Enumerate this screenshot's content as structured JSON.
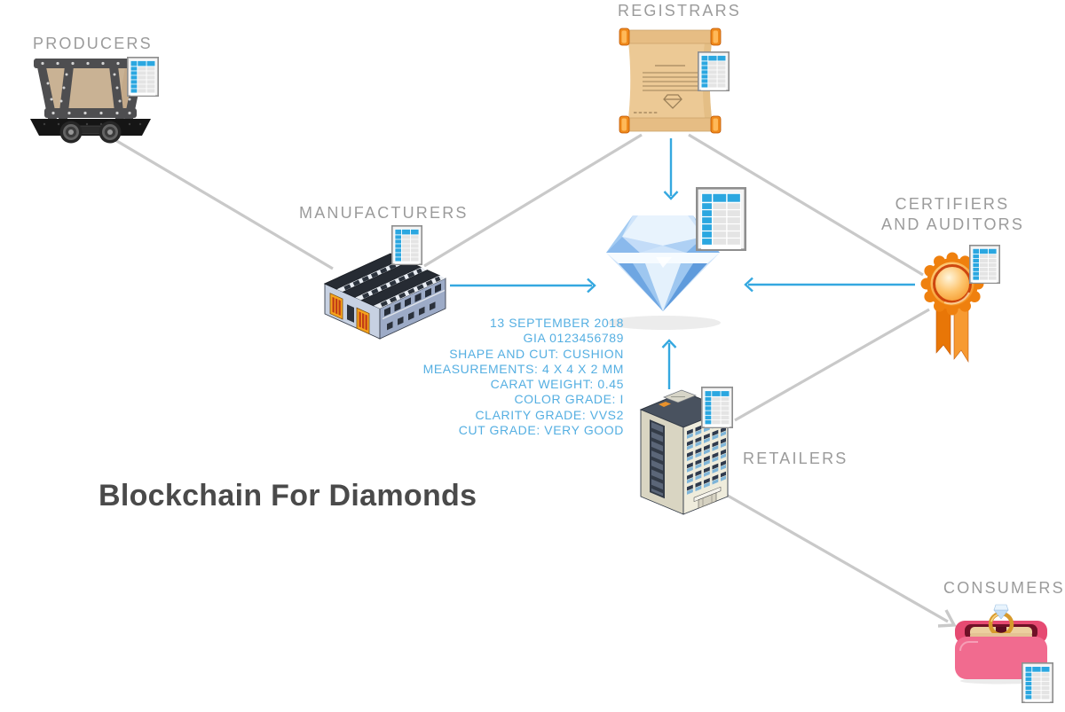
{
  "title": "Blockchain For Diamonds",
  "nodes": {
    "producers": {
      "label": "PRODUCERS",
      "icon": "mine-cart-icon"
    },
    "registrars": {
      "label": "REGISTRARS",
      "icon": "scroll-certificate-icon"
    },
    "manufacturers": {
      "label": "MANUFACTURERS",
      "icon": "factory-icon"
    },
    "certifiers": {
      "label_line1": "CERTIFIERS",
      "label_line2": "AND AUDITORS",
      "icon": "award-ribbon-icon"
    },
    "retailers": {
      "label": "RETAILERS",
      "icon": "office-building-icon"
    },
    "consumers": {
      "label": "CONSUMERS",
      "icon": "ring-box-icon"
    }
  },
  "center": {
    "icon": "diamond-icon",
    "ledger_icon": "spreadsheet-ledger-icon"
  },
  "record": {
    "lines": [
      "13 SEPTEMBER 2018",
      "GIA 0123456789",
      "SHAPE AND CUT: CUSHION",
      "MEASUREMENTS: 4 X 4 X 2 MM",
      "CARAT WEIGHT: 0.45",
      "COLOR GRADE: I",
      "CLARITY GRADE: VVS2",
      "CUT GRADE: VERY GOOD"
    ]
  },
  "flows": [
    {
      "from": "producers",
      "to": "manufacturers",
      "style": "gray-line"
    },
    {
      "from": "manufacturers",
      "to": "registrars",
      "style": "gray-line"
    },
    {
      "from": "registrars",
      "to": "certifiers",
      "style": "gray-line"
    },
    {
      "from": "certifiers",
      "to": "retailers",
      "style": "gray-line"
    },
    {
      "from": "retailers",
      "to": "consumers",
      "style": "gray-arrow"
    },
    {
      "from": "registrars",
      "to": "diamond-ledger",
      "style": "blue-arrow"
    },
    {
      "from": "manufacturers",
      "to": "diamond-ledger",
      "style": "blue-arrow"
    },
    {
      "from": "certifiers",
      "to": "diamond-ledger",
      "style": "blue-arrow"
    },
    {
      "from": "retailers",
      "to": "diamond-ledger",
      "style": "blue-arrow"
    }
  ],
  "colors": {
    "accent_blue": "#35A8E0",
    "record_text_blue": "#55AFE2",
    "label_gray": "#9B9B9B",
    "connector_gray": "#C9C9C9",
    "title_color": "#4A4A4A",
    "ledger_cell_blue": "#2BA7E0"
  }
}
